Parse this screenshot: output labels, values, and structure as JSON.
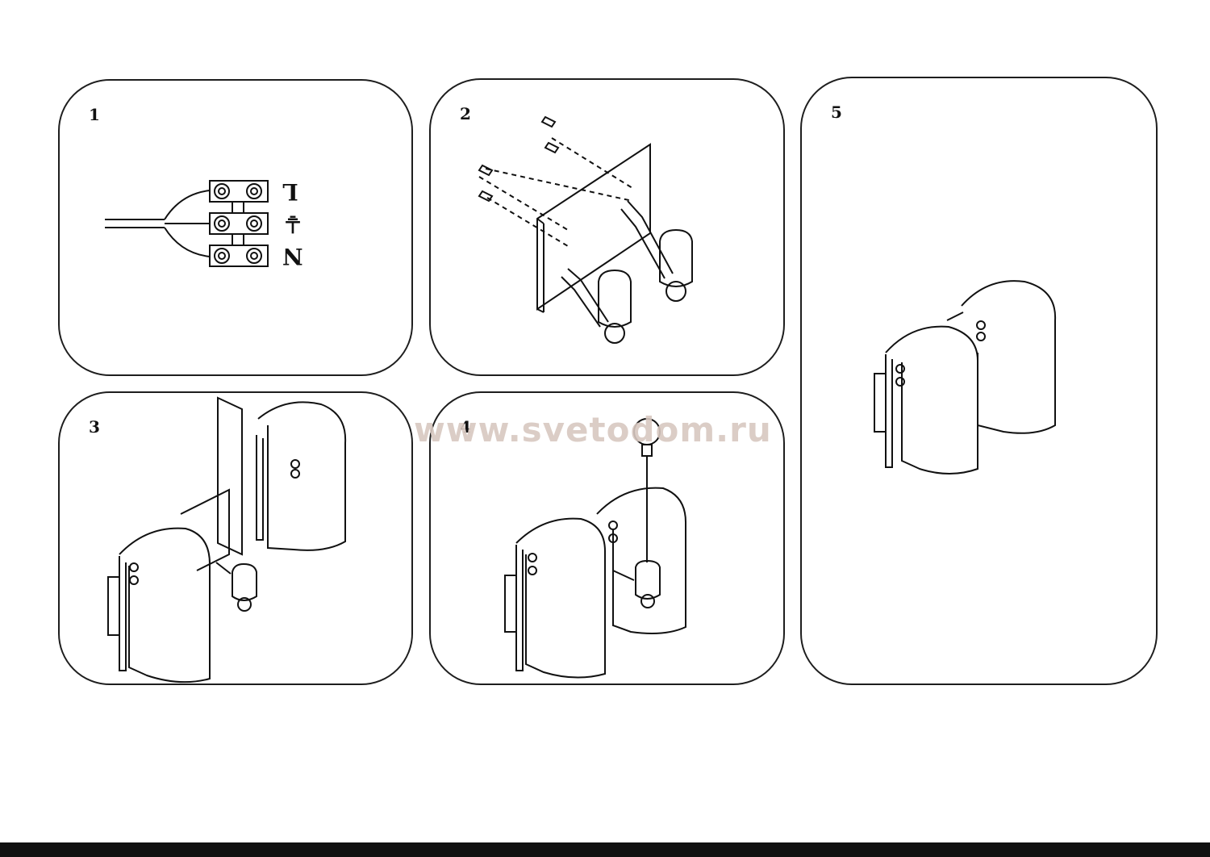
{
  "panels": [
    {
      "step": "1"
    },
    {
      "step": "2"
    },
    {
      "step": "3"
    },
    {
      "step": "4"
    },
    {
      "step": "5"
    }
  ],
  "terminal_labels": {
    "live": "L",
    "earth": "⏚",
    "neutral": "N"
  },
  "watermark": "www.svetodom.ru"
}
